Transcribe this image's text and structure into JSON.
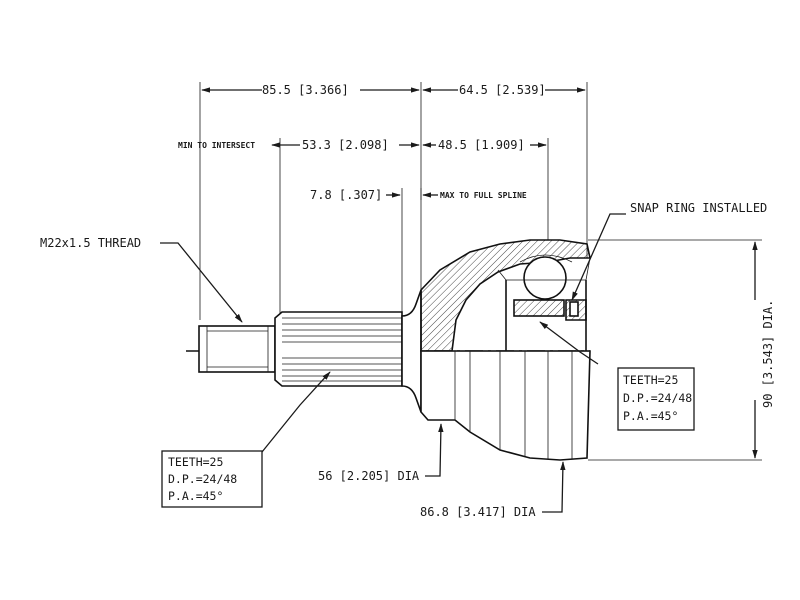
{
  "dimensions": {
    "overall_left": "85.5 [3.366]",
    "overall_right": "64.5 [2.539]",
    "min_to_intersect_label": "MIN TO INTERSECT",
    "min_to_intersect": "53.3 [2.098]",
    "spline_len": "48.5 [1.909]",
    "shoulder": "7.8 [.307]",
    "max_to_full_spline_label": "MAX TO FULL SPLINE",
    "thread": "M22x1.5 THREAD",
    "snap_ring": "SNAP RING INSTALLED",
    "height_dia": "90 [3.543] DIA.",
    "dia_small": "56 [2.205] DIA",
    "dia_large": "86.8 [3.417] DIA"
  },
  "spline_outer": {
    "teeth": "TEETH=25",
    "dp": "D.P.=24/48",
    "pa": "P.A.=45°"
  },
  "spline_inner": {
    "teeth": "TEETH=25",
    "dp": "D.P.=24/48",
    "pa": "P.A.=45°"
  },
  "colors": {
    "ink": "#1a1a1a",
    "paper": "#ffffff"
  }
}
